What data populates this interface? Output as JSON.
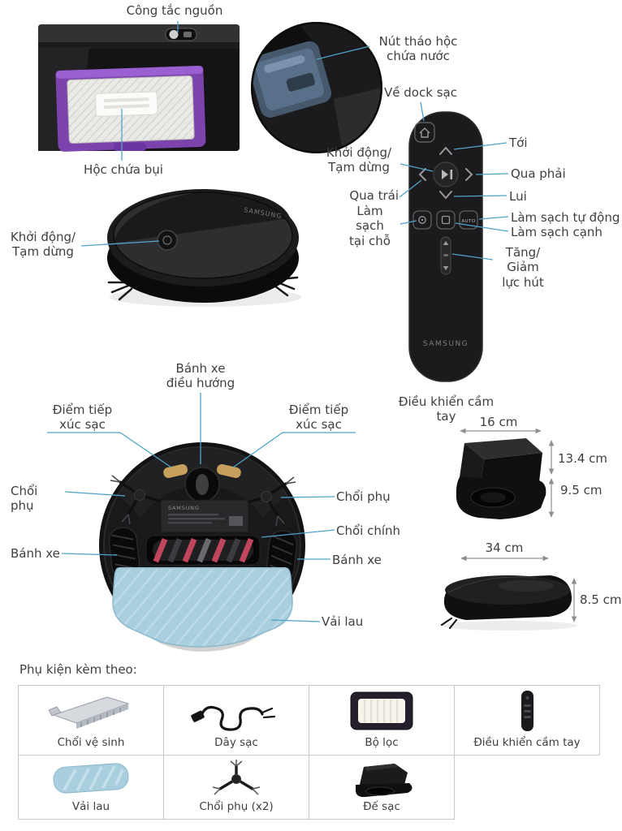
{
  "colors": {
    "accent_line": "#4fa3c8",
    "text": "#3f3f3f",
    "dustbin_purple": "#7c43ad",
    "mop_blue": "#a9cede"
  },
  "callouts": {
    "power_switch": "Công tắc nguồn",
    "water_tank_line1": "Nút tháo hộc",
    "water_tank_line2": "chứa nước",
    "dust_bin": "Hộc chứa bụi",
    "dock_return": "Về dock sạc",
    "forward": "Tới",
    "start_pause_line1": "Khởi động/",
    "start_pause_line2": "Tạm dừng",
    "turn_right": "Qua phải",
    "turn_left": "Qua trái",
    "backward": "Lui",
    "spot_clean_line1": "Làm sạch",
    "spot_clean_line2": "tại chỗ",
    "auto_clean": "Làm sạch tự động",
    "edge_clean": "Làm sạch cạnh",
    "suction_line1": "Tăng/",
    "suction_line2": "Giảm",
    "suction_line3": "lực hút",
    "remote_caption": "Điều khiển cầm tay",
    "nav_wheel_line1": "Bánh xe",
    "nav_wheel_line2": "điều hướng",
    "charge_contact_line1": "Điểm tiếp",
    "charge_contact_line2": "xúc sạc",
    "side_brush": "Chổi phụ",
    "main_brush": "Chổi chính",
    "wheel": "Bánh xe",
    "mop_cloth": "Vải lau"
  },
  "dimensions": {
    "dock_width": "16 cm",
    "dock_height": "13.4 cm",
    "dock_base_height": "9.5 cm",
    "robot_diameter": "34 cm",
    "robot_height": "8.5 cm"
  },
  "branding": {
    "samsung": "SAMSUNG",
    "auto_button": "AUTO"
  },
  "accessories": {
    "title": "Phụ kiện kèm theo:",
    "row1": [
      "Chổi vệ sinh",
      "Dây sạc",
      "Bộ lọc",
      "Điều khiển cầm tay"
    ],
    "row2": [
      "Vải lau",
      "Chổi phụ (x2)",
      "Đế sạc"
    ]
  }
}
